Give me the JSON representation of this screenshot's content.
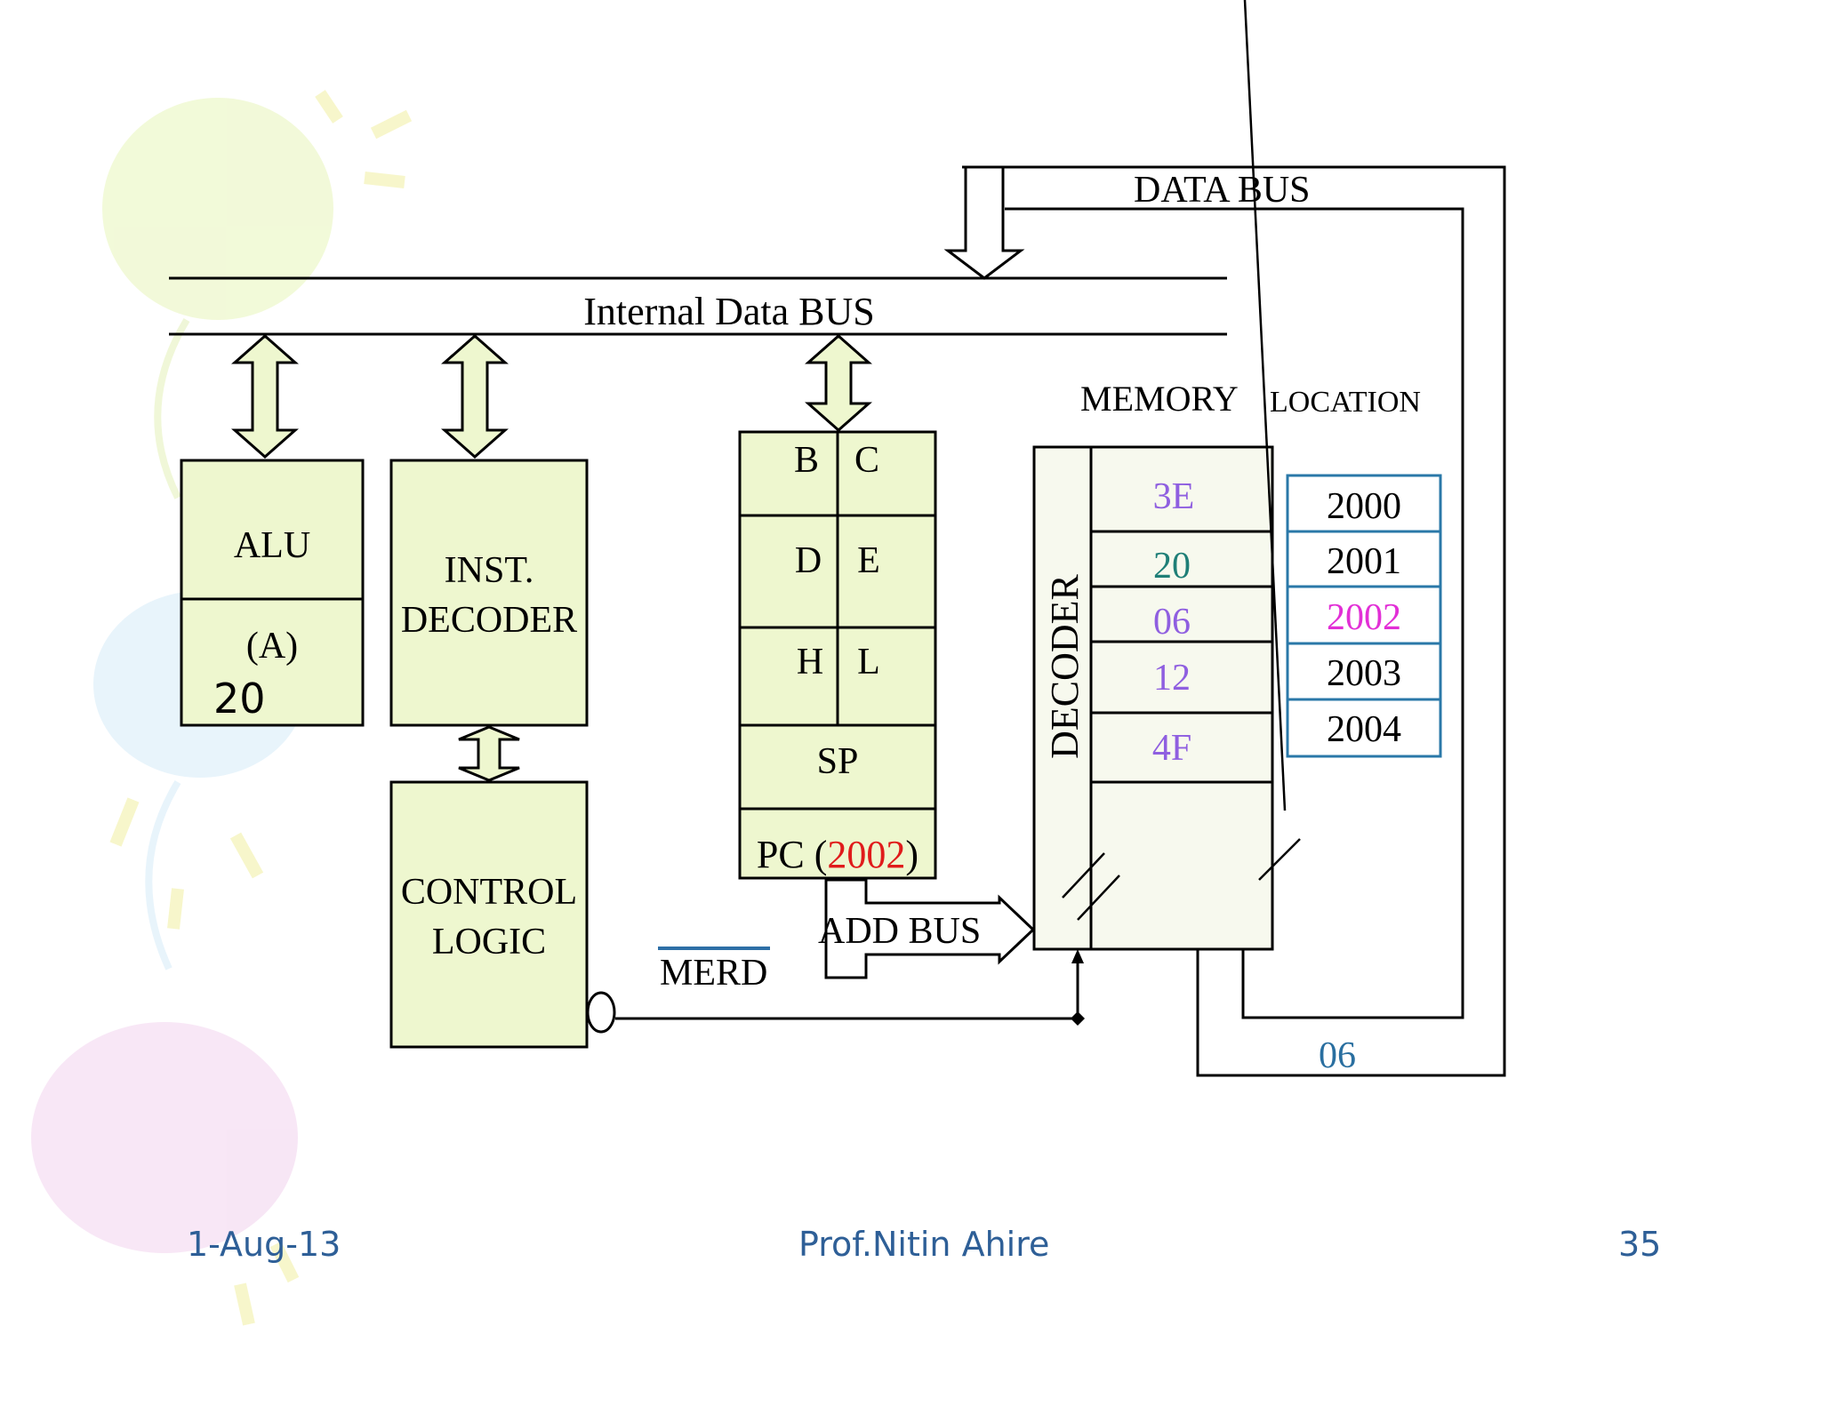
{
  "labels": {
    "data_bus": "DATA BUS",
    "internal_bus": "Internal Data BUS",
    "memory": "MEMORY",
    "location": "LOCATION",
    "alu": "ALU",
    "acc": "(A)",
    "acc_value": "20",
    "inst_decoder_1": "INST.",
    "inst_decoder_2": "DECODER",
    "control_1": "CONTROL",
    "control_2": "LOGIC",
    "merd": "MERD",
    "add_bus": "ADD BUS",
    "decoder": "DECODER",
    "pc_prefix": "PC (",
    "pc_value": "2002",
    "pc_suffix": ")",
    "sp": "SP",
    "data_out": "06"
  },
  "registers": [
    "B",
    "C",
    "D",
    "E",
    "H",
    "L"
  ],
  "memory_values": [
    {
      "value": "3E",
      "color": "#8f5fe0"
    },
    {
      "value": "20",
      "color": "#1f7f77"
    },
    {
      "value": "06",
      "color": "#8f5fe0"
    },
    {
      "value": "12",
      "color": "#8f5fe0"
    },
    {
      "value": "4F",
      "color": "#8f5fe0"
    }
  ],
  "addresses": [
    {
      "value": "2000",
      "color": "#000000"
    },
    {
      "value": "2001",
      "color": "#000000"
    },
    {
      "value": "2002",
      "color": "#e22fd6"
    },
    {
      "value": "2003",
      "color": "#000000"
    },
    {
      "value": "2004",
      "color": "#000000"
    }
  ],
  "footer": {
    "date": "1-Aug-13",
    "author": "Prof.Nitin  Ahire",
    "page": "35"
  },
  "colors": {
    "box_fill": "#eef7cf",
    "memory_fill": "#f7f9ee",
    "pc_value": "#e01b1b",
    "address_border": "#2a78a8",
    "data_out": "#2a6fa0",
    "merd_bar": "#2d6fa6",
    "footer_text": "#2e5f97"
  }
}
